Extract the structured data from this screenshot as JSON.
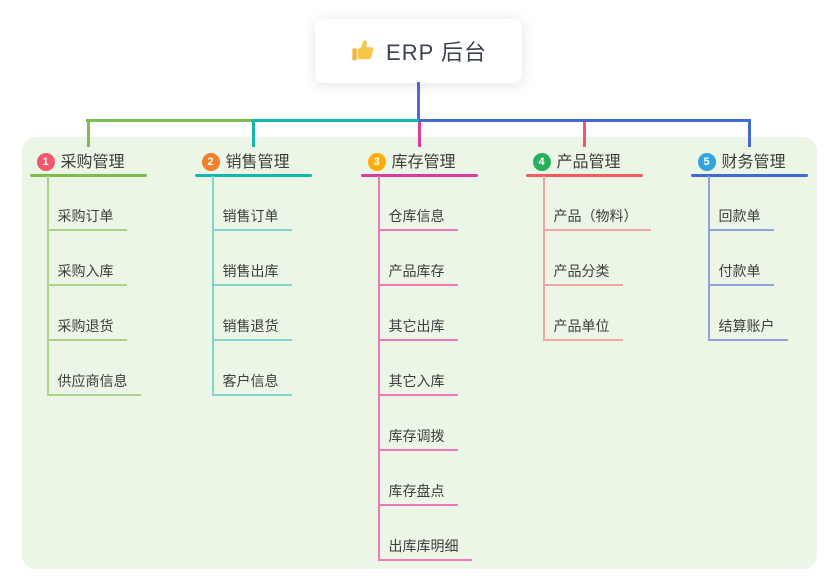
{
  "root": {
    "title": "ERP 后台",
    "icon": "thumbs-up-icon"
  },
  "colors": {
    "root_connector": "#5465d6",
    "container_bg": "#ecf6e6",
    "root_text": "#3a4354",
    "node_text": "#3d3d3d"
  },
  "branches": [
    {
      "badge": "1",
      "badge_color": "#f4586e",
      "color": "#7cbe4e",
      "light_color": "#abd488",
      "title": "采购管理",
      "children": [
        "采购订单",
        "采购入库",
        "采购退货",
        "供应商信息"
      ]
    },
    {
      "badge": "2",
      "badge_color": "#f57f2c",
      "color": "#13b8ac",
      "light_color": "#82d6ce",
      "title": "销售管理",
      "children": [
        "销售订单",
        "销售出库",
        "销售退货",
        "客户信息"
      ]
    },
    {
      "badge": "3",
      "badge_color": "#ffad0d",
      "color": "#dc3ba0",
      "light_color": "#f077b9",
      "title": "库存管理",
      "children": [
        "仓库信息",
        "产品库存",
        "其它出库",
        "其它入库",
        "库存调拨",
        "库存盘点",
        "出库库明细"
      ]
    },
    {
      "badge": "4",
      "badge_color": "#25b25a",
      "color": "#f25a60",
      "light_color": "#f5a6a2",
      "title": "产品管理",
      "children": [
        "产品（物料）",
        "产品分类",
        "产品单位"
      ]
    },
    {
      "badge": "5",
      "badge_color": "#2fa4dd",
      "color": "#4169d8",
      "light_color": "#8da3db",
      "title": "财务管理",
      "children": [
        "回款单",
        "付款单",
        "结算账户"
      ]
    }
  ]
}
